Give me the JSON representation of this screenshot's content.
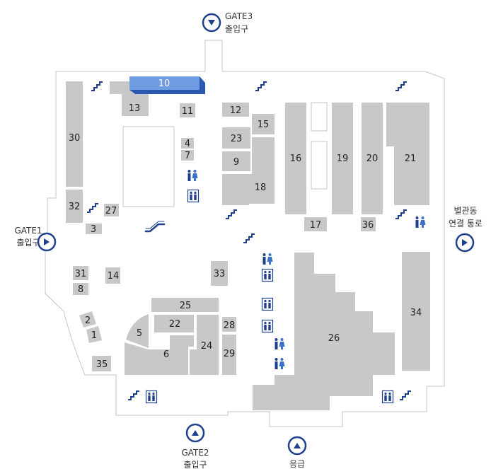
{
  "gates": {
    "gate3": {
      "line1": "GATE3",
      "line2": "출입구"
    },
    "gate1": {
      "line1": "GATE1",
      "line2": "출입구"
    },
    "gate2": {
      "line1": "GATE2",
      "line2": "출입구"
    },
    "emergency": {
      "line1": "응급"
    },
    "annex": {
      "line1": "별관동",
      "line2": "연결 통로"
    }
  },
  "rooms": [
    {
      "id": "10",
      "label": "10",
      "highlight": true
    },
    {
      "id": "11",
      "label": "11"
    },
    {
      "id": "12",
      "label": "12"
    },
    {
      "id": "13",
      "label": "13"
    },
    {
      "id": "15",
      "label": "15"
    },
    {
      "id": "16",
      "label": "16"
    },
    {
      "id": "19",
      "label": "19"
    },
    {
      "id": "20",
      "label": "20"
    },
    {
      "id": "21",
      "label": "21"
    },
    {
      "id": "30",
      "label": "30"
    },
    {
      "id": "23",
      "label": "23"
    },
    {
      "id": "4",
      "label": "4"
    },
    {
      "id": "7",
      "label": "7"
    },
    {
      "id": "9",
      "label": "9"
    },
    {
      "id": "18",
      "label": "18"
    },
    {
      "id": "32",
      "label": "32"
    },
    {
      "id": "27",
      "label": "27"
    },
    {
      "id": "3",
      "label": "3"
    },
    {
      "id": "17",
      "label": "17"
    },
    {
      "id": "36",
      "label": "36"
    },
    {
      "id": "31",
      "label": "31"
    },
    {
      "id": "8",
      "label": "8"
    },
    {
      "id": "14",
      "label": "14"
    },
    {
      "id": "33",
      "label": "33"
    },
    {
      "id": "34",
      "label": "34"
    },
    {
      "id": "25",
      "label": "25"
    },
    {
      "id": "22",
      "label": "22"
    },
    {
      "id": "28",
      "label": "28"
    },
    {
      "id": "5",
      "label": "5"
    },
    {
      "id": "6",
      "label": "6"
    },
    {
      "id": "24",
      "label": "24"
    },
    {
      "id": "29",
      "label": "29"
    },
    {
      "id": "26",
      "label": "26"
    },
    {
      "id": "2",
      "label": "2"
    },
    {
      "id": "1",
      "label": "1"
    },
    {
      "id": "35",
      "label": "35"
    }
  ],
  "colors": {
    "room": "#c8c8c8",
    "highlight": "#5b8fd9",
    "outline": "#bbbbbb",
    "gate_icon": "#1e3f8c",
    "facility_icon": "#1e3f8c"
  },
  "icons": [
    "stairs-icon",
    "restroom-icon",
    "elevator-icon",
    "escalator-icon",
    "gate-arrow-icon"
  ]
}
